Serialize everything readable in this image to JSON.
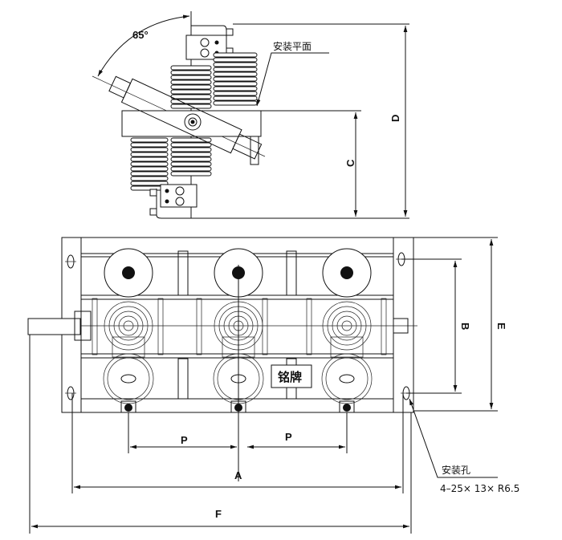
{
  "side_view": {
    "angle_label": "65°",
    "mounting_plane_label": "安装平面",
    "dim_c": "C",
    "dim_d": "D"
  },
  "plan_view": {
    "nameplate_label": "铭牌",
    "dim_p_left": "P",
    "dim_p_right": "P",
    "dim_a": "A",
    "dim_b": "B",
    "dim_e": "E",
    "dim_f": "F",
    "mounting_hole_label": "安装孔",
    "mounting_hole_spec": "4–25× 13× R6.5"
  }
}
